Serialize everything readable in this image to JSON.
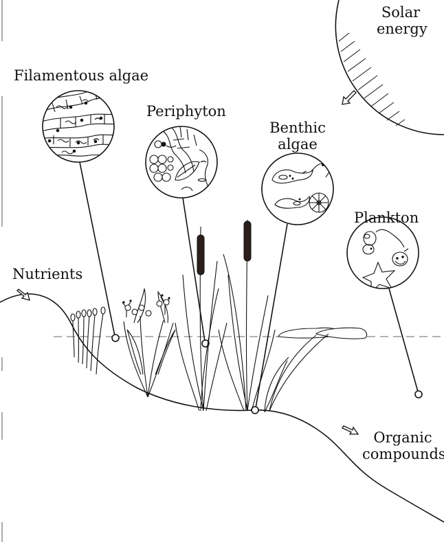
{
  "labels": {
    "solar_line1": "Solar",
    "solar_line2": "energy",
    "filamentous": "Filamentous algae",
    "periphyton": "Periphyton",
    "benthic_line1": "Benthic",
    "benthic_line2": "algae",
    "plankton": "Plankton",
    "nutrients": "Nutrients",
    "organic_line1": "Organic",
    "organic_line2": "compounds"
  },
  "colors": {
    "ink": "#111111",
    "cattail_head": "#2a1f1a",
    "water_line": "#666666"
  },
  "icons": {
    "sun": "sun-icon",
    "arrow": "hollow-arrow-icon"
  }
}
